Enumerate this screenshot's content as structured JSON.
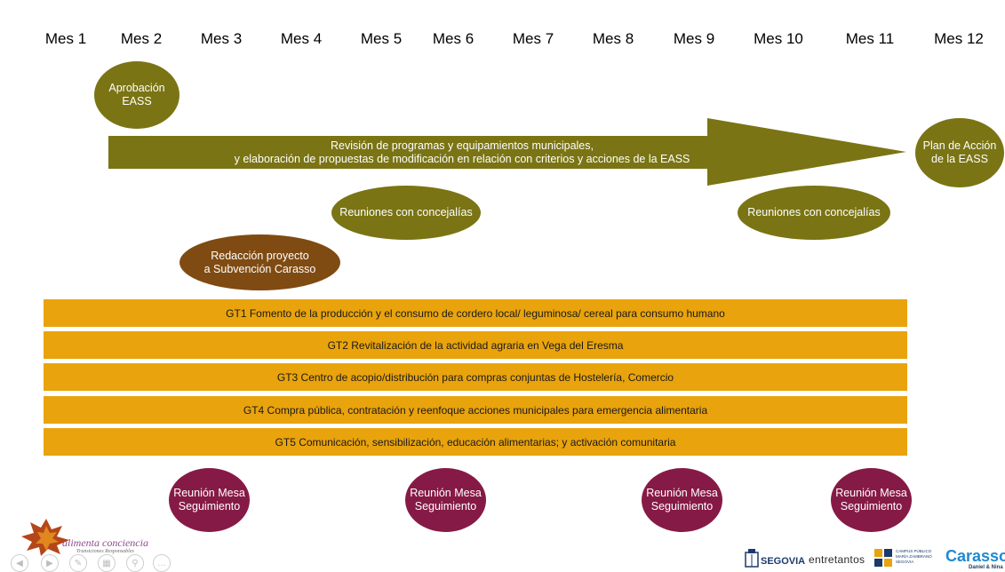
{
  "months": [
    "Mes 1",
    "Mes 2",
    "Mes 3",
    "Mes 4",
    "Mes 5",
    "Mes 6",
    "Mes 7",
    "Mes 8",
    "Mes 9",
    "Mes 10",
    "Mes 11",
    "Mes 12"
  ],
  "milestones": {
    "aprobacion": "Aprobación\nEASS",
    "arrow": "Revisión de programas y equipamientos municipales,\ny elaboración de propuestas de modificación en relación con criterios y acciones de la EASS",
    "plan": "Plan de Acción\nde la EASS",
    "reuniones_1": "Reuniones con concejalías",
    "reuniones_2": "Reuniones con concejalías",
    "redaccion": "Redacción proyecto\na Subvención Carasso"
  },
  "groups": [
    "GT1 Fomento de la producción y el consumo de cordero local/ leguminosa/ cereal para consumo humano",
    "GT2 Revitalización de la actividad agraria en Vega del Eresma",
    "GT3 Centro de acopio/distribución para compras conjuntas de Hostelería, Comercio",
    "GT4 Compra pública, contratación y reenfoque acciones municipales para emergencia alimentaria",
    "GT5 Comunicación, sensibilización, educación alimentarias; y activación comunitaria"
  ],
  "meetings": [
    "Reunión Mesa\nSeguimiento",
    "Reunión Mesa\nSeguimiento",
    "Reunión Mesa\nSeguimiento",
    "Reunión Mesa\nSeguimiento"
  ],
  "logos": {
    "alimenta_main": "alimenta conciencia",
    "alimenta_sub": "Transiciones Responsables",
    "segovia": "SEGOVIA",
    "entretantos": "entretantos",
    "campus": "CAMPUS PÚBLICO\nMARÍA ZAMBRANO\nSEGOVIA",
    "carasso": "Carasso",
    "carasso_sub": "Daniel & Nina"
  },
  "colors": {
    "olive": "#7a7414",
    "brown": "#7f4b12",
    "wine": "#861a46",
    "orange": "#e9a30c"
  },
  "icons": [
    "prev-icon",
    "next-icon",
    "pen-icon",
    "slides-icon",
    "zoom-icon",
    "more-icon"
  ]
}
